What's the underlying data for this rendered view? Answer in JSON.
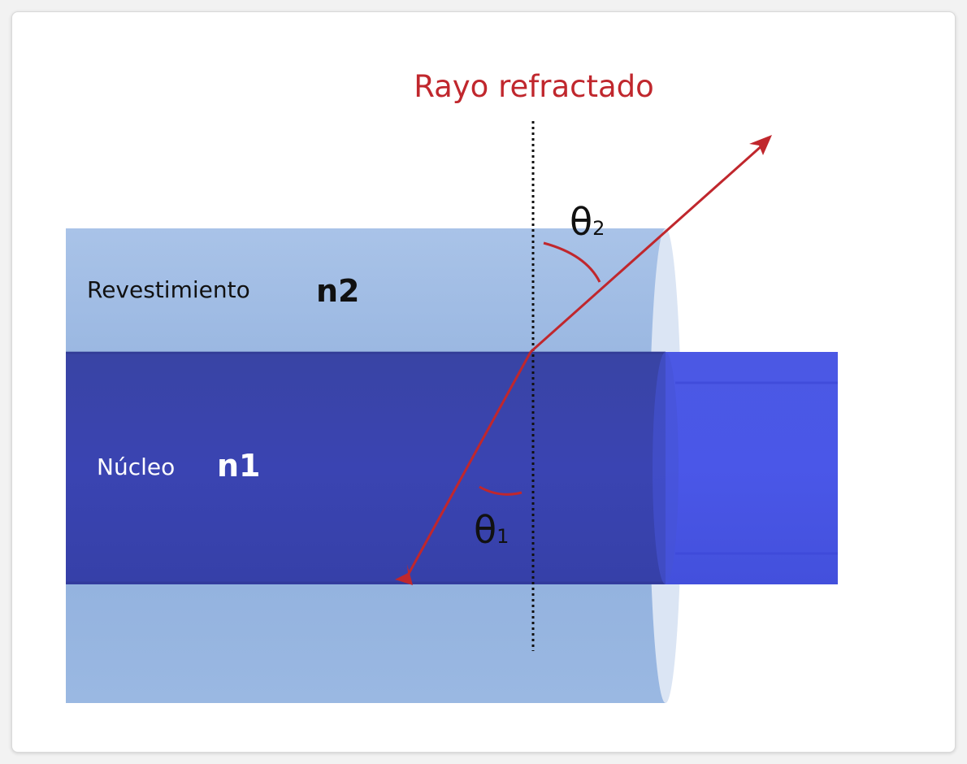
{
  "title": "Rayo refractado",
  "cladding": {
    "label": "Revestimiento",
    "index": "n2"
  },
  "core": {
    "label": "Núcleo",
    "index": "n1"
  },
  "angles": {
    "theta2": {
      "symbol": "θ",
      "sub": "2"
    },
    "theta1": {
      "symbol": "θ",
      "sub": "1"
    }
  },
  "colors": {
    "ray": "#c0272d",
    "cladding": "#8fb0dc",
    "core": "#3a42b0",
    "core_exposed": "#4a57e6",
    "normal_line": "#111111"
  }
}
